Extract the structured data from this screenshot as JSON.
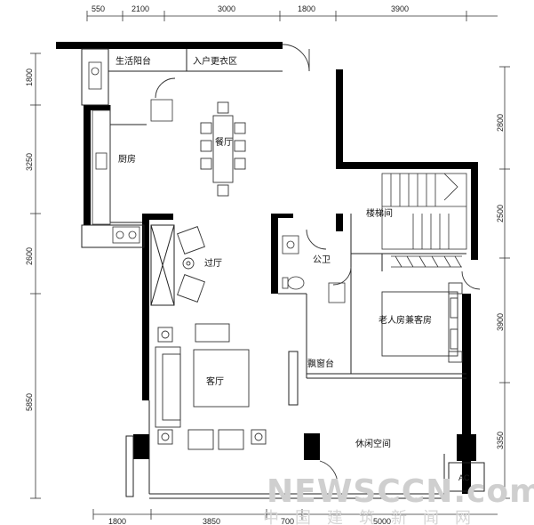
{
  "dimensions": {
    "top": [
      "550",
      "2100",
      "3000",
      "1800",
      "3900"
    ],
    "bottom": [
      "1800",
      "3850",
      "700",
      "5000"
    ],
    "left": [
      "1800",
      "3250",
      "2600",
      "5850"
    ],
    "right": [
      "2800",
      "2500",
      "3900",
      "3350"
    ]
  },
  "rooms": {
    "living_balcony": "生活阳台",
    "entry_closet": "入户更衣区",
    "dining": "餐厅",
    "kitchen": "厨房",
    "hall": "过厅",
    "stair": "楼梯间",
    "bathroom": "公卫",
    "elder_guest": "老人房兼客房",
    "bay_window": "飘窗台",
    "living_room": "客厅",
    "leisure": "休闲空间"
  },
  "ac_label": "AC",
  "watermark": {
    "text": "NEWSCCN.com",
    "subtext": "中国建筑新闻网"
  },
  "colors": {
    "wall": "#000000",
    "line": "#222222",
    "watermark": "#cfcfcf"
  }
}
